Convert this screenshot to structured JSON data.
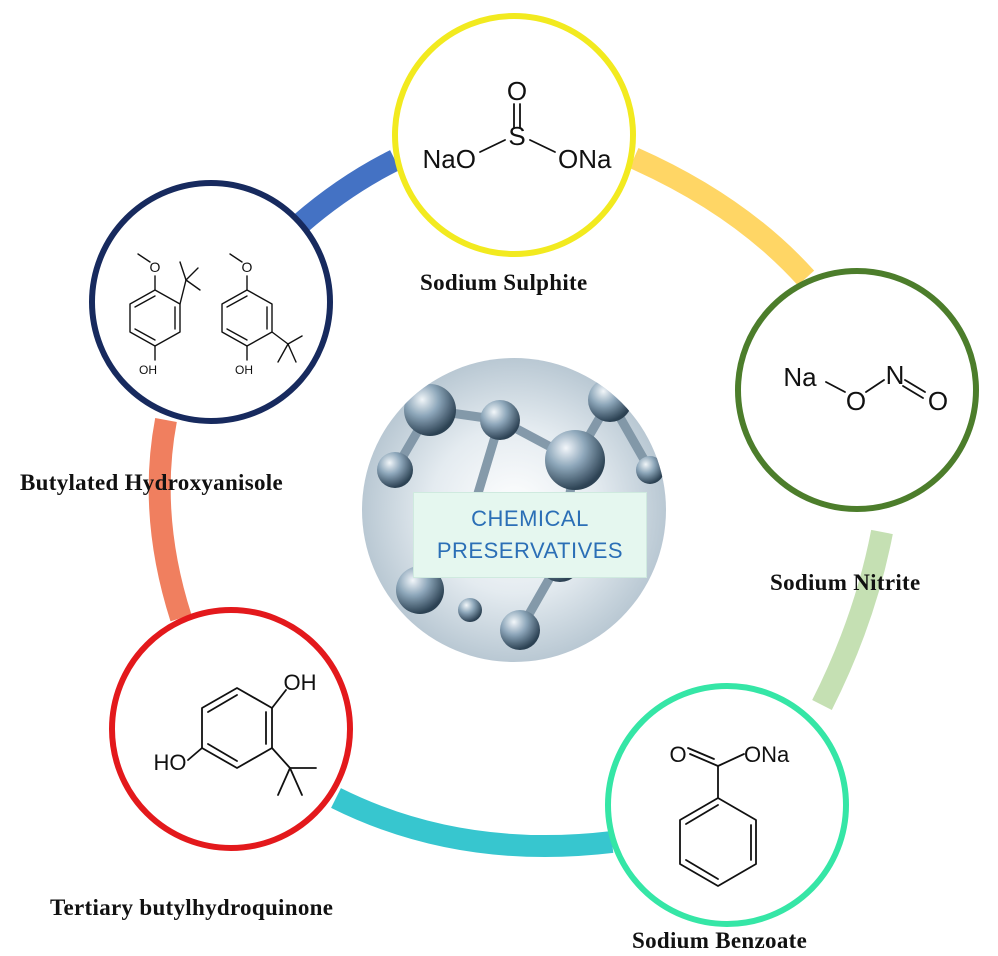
{
  "center": {
    "line1": "CHEMICAL",
    "line2": "PRESERVATIVES"
  },
  "nodes": [
    {
      "id": "sodium-sulphite",
      "label": "Sodium Sulphite",
      "ring_color": "#f2ea1f",
      "formula": {
        "left": "NaO",
        "center": "S",
        "top": "O",
        "right": "ONa"
      }
    },
    {
      "id": "sodium-nitrite",
      "label": "Sodium Nitrite",
      "ring_color": "#4c7d2b",
      "formula": {
        "na": "Na",
        "o": "O",
        "n": "N",
        "o2": "O"
      }
    },
    {
      "id": "sodium-benzoate",
      "label": "Sodium Benzoate",
      "ring_color": "#35e6a6",
      "formula": {
        "o": "O",
        "ona": "ONa"
      }
    },
    {
      "id": "tertiary-butylhydroquinone",
      "label": "Tertiary butylhydroquinone",
      "ring_color": "#e3191c",
      "formula": {
        "oh_top": "OH",
        "ho_left": "HO"
      }
    },
    {
      "id": "butylated-hydroxyanisole",
      "label": "Butylated Hydroxyanisole",
      "ring_color": "#172a5e",
      "formula": {
        "o1": "O",
        "oh1": "OH",
        "o2": "O",
        "oh2": "OH"
      }
    }
  ],
  "arc_colors": {
    "bha_to_sulphite": "#4472c4",
    "sulphite_to_nitrite": "#ffd665",
    "nitrite_to_benzoate": "#c5e0b3",
    "benzoate_to_tbhq": "#37c6cf",
    "tbhq_to_bha": "#f07f5f"
  }
}
